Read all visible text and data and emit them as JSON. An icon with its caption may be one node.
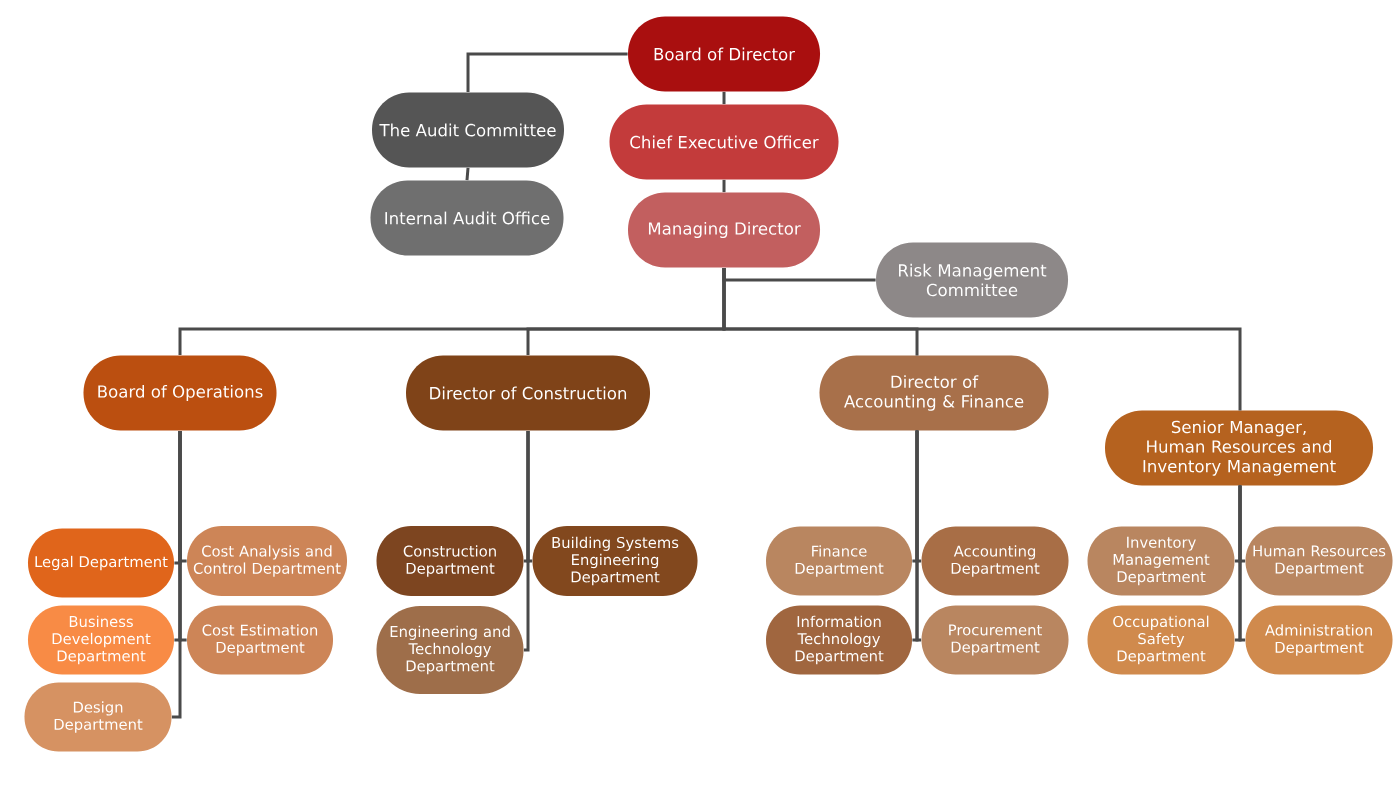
{
  "diagram": {
    "nodes": [
      {
        "text": [
          "Board of Director"
        ]
      },
      {
        "text": [
          "The Audit Committee"
        ]
      },
      {
        "text": [
          "Internal Audit Office"
        ]
      },
      {
        "text": [
          "Chief Executive Officer"
        ]
      },
      {
        "text": [
          "Managing Director"
        ]
      },
      {
        "text": [
          "Risk Management Committee"
        ]
      },
      {
        "text": [
          "Board of Operations"
        ]
      },
      {
        "text": [
          "Director of Construction"
        ]
      },
      {
        "text": [
          "Director of Accounting & Finance"
        ]
      },
      {
        "text": [
          "Senior Manager, Human Resources and Inventory Management"
        ]
      },
      {
        "text": [
          "Legal Department"
        ]
      },
      {
        "text": [
          "Cost Analysis and Control Department"
        ]
      },
      {
        "text": [
          "Business Development Department"
        ]
      },
      {
        "text": [
          "Cost Estimation Department"
        ]
      },
      {
        "text": [
          "Design Department"
        ]
      },
      {
        "text": [
          "Construction Department"
        ]
      },
      {
        "text": [
          "Building Systems Engineering Department"
        ]
      },
      {
        "text": [
          "Engineering and Technology Department"
        ]
      },
      {
        "text": [
          "Finance Department"
        ]
      },
      {
        "text": [
          "Accounting Department"
        ]
      },
      {
        "text": [
          "Information Technology Department"
        ]
      },
      {
        "text": [
          "Procurement Department"
        ]
      },
      {
        "text": [
          "Inventory Management Department"
        ]
      },
      {
        "text": [
          "Human Resources Department"
        ]
      },
      {
        "text": [
          "Occupational Safety Department"
        ]
      },
      {
        "text": [
          "Administration Department"
        ]
      }
    ],
    "edges": [
      {
        "from": 0,
        "to": 1,
        "arrow": "none"
      },
      {
        "from": 1,
        "to": 2,
        "arrow": "none"
      },
      {
        "from": 0,
        "to": 3,
        "arrow": "none"
      },
      {
        "from": 3,
        "to": 4,
        "arrow": "none"
      },
      {
        "from": 4,
        "to": 5,
        "arrow": "none"
      },
      {
        "from": 4,
        "to": 6,
        "arrow": "none"
      },
      {
        "from": 4,
        "to": 7,
        "arrow": "none"
      },
      {
        "from": 4,
        "to": 8,
        "arrow": "none"
      },
      {
        "from": 4,
        "to": 9,
        "arrow": "none"
      },
      {
        "from": 6,
        "to": 10,
        "arrow": "none"
      },
      {
        "from": 6,
        "to": 11,
        "arrow": "none"
      },
      {
        "from": 6,
        "to": 12,
        "arrow": "none"
      },
      {
        "from": 6,
        "to": 13,
        "arrow": "none"
      },
      {
        "from": 6,
        "to": 14,
        "arrow": "none"
      },
      {
        "from": 7,
        "to": 15,
        "arrow": "none"
      },
      {
        "from": 7,
        "to": 16,
        "arrow": "none"
      },
      {
        "from": 7,
        "to": 17,
        "arrow": "none"
      },
      {
        "from": 8,
        "to": 18,
        "arrow": "none"
      },
      {
        "from": 8,
        "to": 19,
        "arrow": "none"
      },
      {
        "from": 8,
        "to": 20,
        "arrow": "none"
      },
      {
        "from": 8,
        "to": 21,
        "arrow": "none"
      },
      {
        "from": 9,
        "to": 22,
        "arrow": "none"
      },
      {
        "from": 9,
        "to": 23,
        "arrow": "none"
      },
      {
        "from": 9,
        "to": 24,
        "arrow": "none"
      },
      {
        "from": 9,
        "to": 25,
        "arrow": "none"
      }
    ]
  }
}
